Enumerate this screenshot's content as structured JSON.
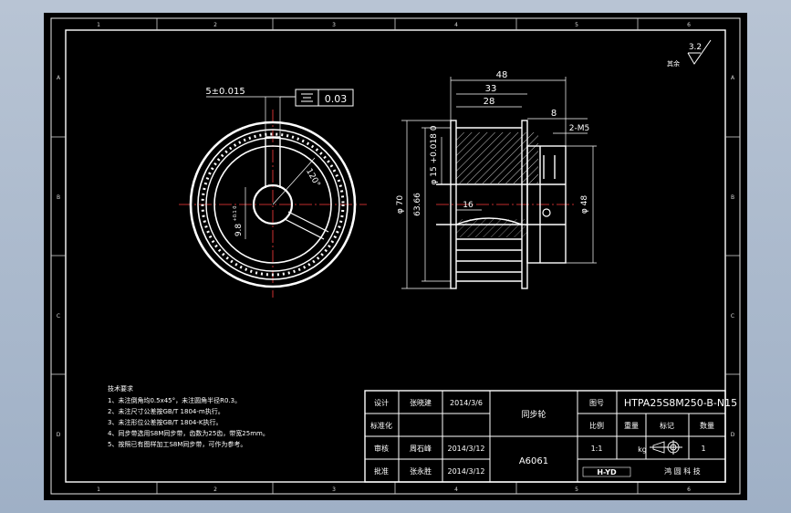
{
  "frame": {
    "top_zones": [
      "1",
      "2",
      "3",
      "4",
      "5",
      "6"
    ],
    "bottom_zones": [
      "1",
      "2",
      "3",
      "4",
      "5",
      "6"
    ],
    "left_zones": [
      "A",
      "B",
      "C",
      "D"
    ],
    "right_zones": [
      "A",
      "B",
      "C",
      "D"
    ]
  },
  "surface_finish": {
    "value": "3.2",
    "label": "其余"
  },
  "front_view": {
    "keyway_tol": "5±0.015",
    "symmetry_tol": "0.03",
    "angle": "120°",
    "key_depth": "9.8",
    "key_depth_tol": "+0.1 0"
  },
  "side_view": {
    "dim_total": "48",
    "dim_33": "33",
    "dim_28": "28",
    "dim_8": "8",
    "thread": "2-M5",
    "bore": "φ 15 +0.018 0",
    "flange_dia": "φ 70",
    "pitch_dia": "63.66",
    "hub_dia": "φ 48",
    "chamfer": "16"
  },
  "notes": {
    "title": "技术要求",
    "lines": [
      "1、未注倒角均0.5x45°，未注圆角半径R0.3。",
      "2、未注尺寸公差按GB/T 1804-m执行。",
      "3、未注形位公差按GB/T 1804-K执行。",
      "4、同步带选用S8M同步带，齿数为25齿，带宽25mm。",
      "5、按照已有图样加工S8M同步带，可作为参考。"
    ]
  },
  "title_block": {
    "row1": {
      "role": "设计",
      "name": "张晓建",
      "date": "2014/3/6"
    },
    "row2": {
      "role": "标准化",
      "name": "",
      "date": ""
    },
    "row3": {
      "role": "审核",
      "name": "周石峰",
      "date": "2014/3/12"
    },
    "row4": {
      "role": "批准",
      "name": "张永胜",
      "date": "2014/3/12"
    },
    "part_name": "同步轮",
    "material": "A6061",
    "drawing_no_label": "图号",
    "drawing_no": "HTPA25S8M250-B-N15",
    "scale_label": "比例",
    "weight_label": "重量",
    "mark_label": "标记",
    "qty_label": "数量",
    "scale": "1:1",
    "weight_unit": "kg",
    "qty": "1",
    "company_logo": "H-YD",
    "company": "鸿 圆 科 技"
  }
}
